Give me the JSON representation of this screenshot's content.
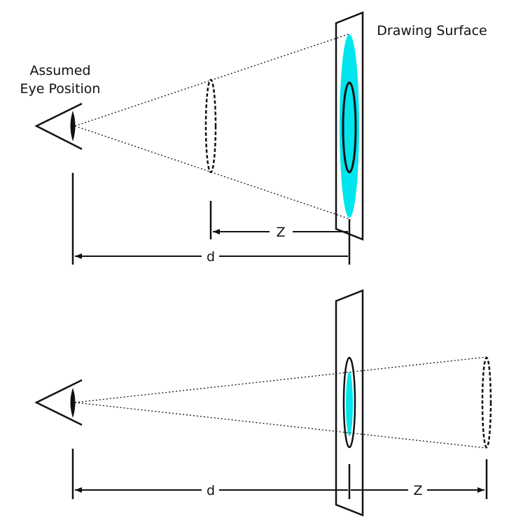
{
  "labels": {
    "drawing_surface": "Drawing Surface",
    "eye_line1": "Assumed",
    "eye_line2": "Eye Position",
    "top_z": "Z",
    "top_d": "d",
    "bottom_d": "d",
    "bottom_z": "Z"
  },
  "colors": {
    "projection": "#00e5ee",
    "line": "#111111"
  }
}
